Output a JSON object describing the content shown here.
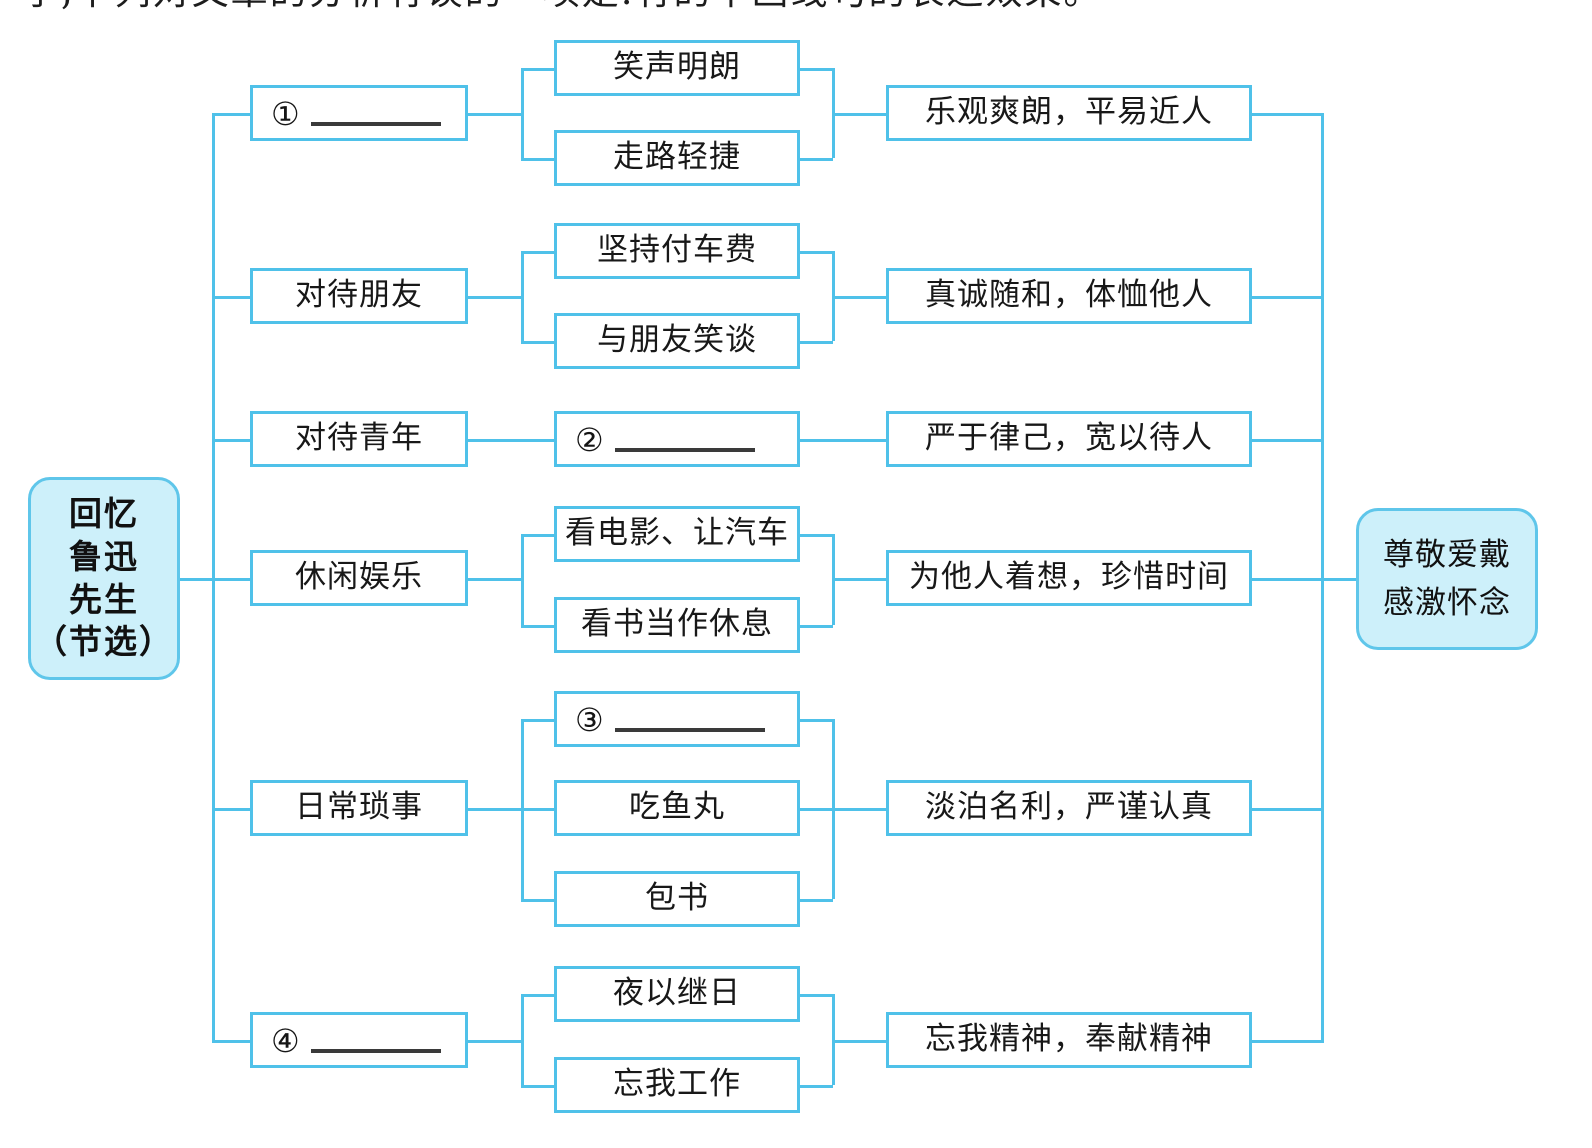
{
  "heading": {
    "cropped_line": "学,下列对文章的分析有误的一项是.有的中画线句的表达效果。"
  },
  "root": {
    "name": "root-node",
    "lines": [
      "回忆",
      "鲁迅",
      "先生",
      "（节选）"
    ]
  },
  "terminal": {
    "name": "terminal-node",
    "lines": [
      "尊敬爱戴",
      "感激怀念"
    ]
  },
  "branches": [
    {
      "id": "branch-1",
      "category": {
        "text": "",
        "blank": true,
        "number": "①"
      },
      "details": [
        "笑声明朗",
        "走路轻捷"
      ],
      "summary": "乐观爽朗，平易近人"
    },
    {
      "id": "branch-2",
      "category": {
        "text": "对待朋友",
        "blank": false,
        "number": ""
      },
      "details": [
        "坚持付车费",
        "与朋友笑谈"
      ],
      "summary": "真诚随和，体恤他人"
    },
    {
      "id": "branch-3",
      "category": {
        "text": "对待青年",
        "blank": false,
        "number": ""
      },
      "details": [
        ""
      ],
      "details_blank": [
        true
      ],
      "details_numbers": [
        "②"
      ],
      "summary": "严于律己，宽以待人"
    },
    {
      "id": "branch-4",
      "category": {
        "text": "休闲娱乐",
        "blank": false,
        "number": ""
      },
      "details": [
        "看电影、让汽车",
        "看书当作休息"
      ],
      "summary": "为他人着想，珍惜时间"
    },
    {
      "id": "branch-5",
      "category": {
        "text": "日常琐事",
        "blank": false,
        "number": ""
      },
      "details": [
        "",
        "吃鱼丸",
        "包书"
      ],
      "details_blank": [
        true,
        false,
        false
      ],
      "details_numbers": [
        "③",
        "",
        ""
      ],
      "summary": "淡泊名利，严谨认真"
    },
    {
      "id": "branch-6",
      "category": {
        "text": "",
        "blank": true,
        "number": "④"
      },
      "details": [
        "夜以继日",
        "忘我工作"
      ],
      "summary": "忘我精神，奉献精神"
    }
  ],
  "colors": {
    "connector": "#4fc1e9",
    "box_border": "#4fc1e9",
    "capsule_fill": "#cdf0fa",
    "capsule_border": "#5fc6ea",
    "text": "#181818",
    "rule": "#3a3a3a"
  }
}
